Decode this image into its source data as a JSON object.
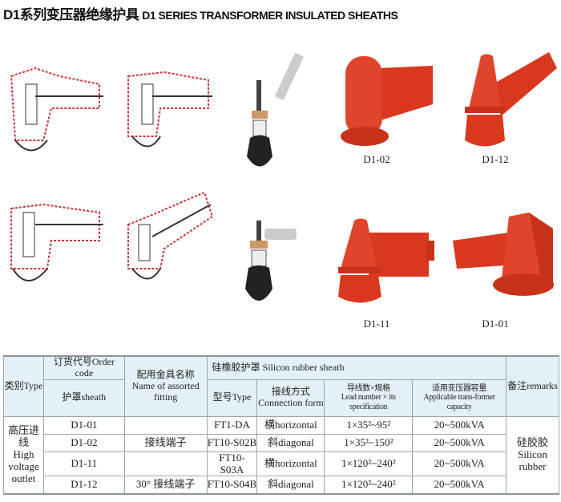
{
  "title": {
    "cn": "D1系列变压器绝缘护具",
    "en": "D1 SERIES TRANSFORMER INSULATED SHEATHS"
  },
  "captions": [
    "D1-02",
    "D1-12",
    "D1-11",
    "D1-01"
  ],
  "colors": {
    "rubber": "#d9381f",
    "header_bg": "#e3f0f8"
  },
  "table": {
    "headers": {
      "type": "类别Type",
      "order_code": "订货代号Order code",
      "sheath": "护罩sheath",
      "fitting_cn": "配用金具名称",
      "fitting_en": "Name of assorted fitting",
      "silicon": "硅橡胶护罩 Silicon rubber sheath",
      "model": "型号Type",
      "conn_cn": "接线方式",
      "conn_en": "Connection form",
      "lead_cn": "导线数×规格",
      "lead_en": "Lead number × its specification",
      "cap_cn": "适用变压器容量",
      "cap_en": "Applicable trans-former capacity",
      "remarks": "备注remarks"
    },
    "category": [
      "高压进线",
      "High",
      "voltage",
      "outlet"
    ],
    "fittings": [
      "接线端子",
      "30° 接线端子"
    ],
    "remark": [
      "硅胶胶",
      "Silicon",
      "rubber"
    ],
    "rows": [
      {
        "sheath": "D1-01",
        "model": "FT1-DA",
        "conn": "横horizontal",
        "lead": "1×35²~95²",
        "capacity": "20~500kVA"
      },
      {
        "sheath": "D1-02",
        "model": "FT10-S02B",
        "conn": "斜diagonal",
        "lead": "1×35²~150²",
        "capacity": "20~500kVA"
      },
      {
        "sheath": "D1-11",
        "model": "FT10-S03A",
        "conn": "横horizontal",
        "lead": "1×120²~240²",
        "capacity": "20~500kVA"
      },
      {
        "sheath": "D1-12",
        "model": "FT10-S04B",
        "conn": "斜diagonal",
        "lead": "1×120²~240²",
        "capacity": "20~500kVA"
      }
    ]
  }
}
